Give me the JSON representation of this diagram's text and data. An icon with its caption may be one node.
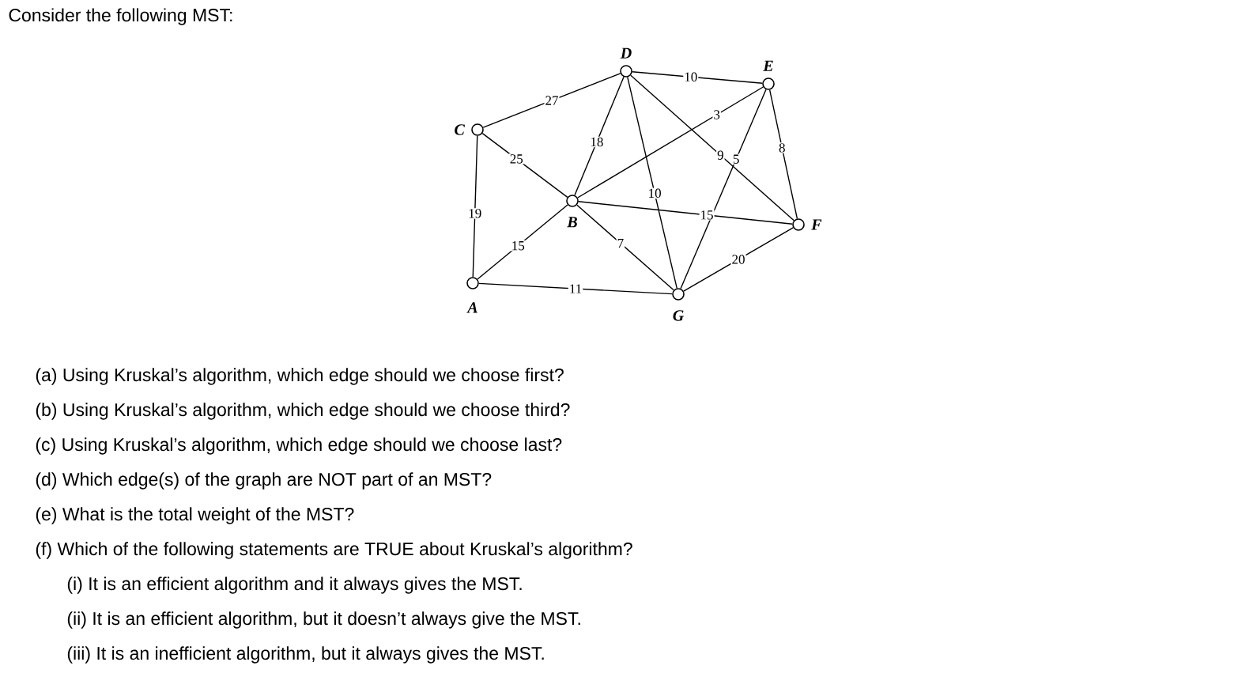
{
  "diagram": {
    "title": "Consider the following MST:",
    "nodes": [
      {
        "text": [
          "A"
        ]
      },
      {
        "text": [
          "B"
        ]
      },
      {
        "text": [
          "C"
        ]
      },
      {
        "text": [
          "D"
        ]
      },
      {
        "text": [
          "E"
        ]
      },
      {
        "text": [
          "F"
        ]
      },
      {
        "text": [
          "G"
        ]
      }
    ],
    "edges": [
      {
        "from": 2,
        "to": 3,
        "arrow": "none",
        "label": "27"
      },
      {
        "from": 3,
        "to": 4,
        "arrow": "none",
        "label": "10"
      },
      {
        "from": 2,
        "to": 1,
        "arrow": "none",
        "label": "25"
      },
      {
        "from": 2,
        "to": 0,
        "arrow": "none",
        "label": "19"
      },
      {
        "from": 3,
        "to": 1,
        "arrow": "none",
        "label": "18"
      },
      {
        "from": 3,
        "to": 6,
        "arrow": "none",
        "label": "10"
      },
      {
        "from": 3,
        "to": 5,
        "arrow": "none",
        "label": "9"
      },
      {
        "from": 1,
        "to": 4,
        "arrow": "none",
        "label": "3"
      },
      {
        "from": 4,
        "to": 6,
        "arrow": "none",
        "label": "5"
      },
      {
        "from": 4,
        "to": 5,
        "arrow": "none",
        "label": "8"
      },
      {
        "from": 1,
        "to": 5,
        "arrow": "none",
        "label": "15"
      },
      {
        "from": 1,
        "to": 0,
        "arrow": "none",
        "label": "15"
      },
      {
        "from": 1,
        "to": 6,
        "arrow": "none",
        "label": "7"
      },
      {
        "from": 0,
        "to": 6,
        "arrow": "none",
        "label": "11"
      },
      {
        "from": 6,
        "to": 5,
        "arrow": "none",
        "label": "20"
      }
    ],
    "labels": [
      "(a) Using Kruskal’s algorithm, which edge should we choose first?",
      "(b) Using Kruskal’s algorithm, which edge should we choose third?",
      "(c) Using Kruskal’s algorithm, which edge should we choose last?",
      "(d) Which edge(s) of the graph are NOT part of an MST?",
      "(e) What is the total weight of the MST?",
      "(f) Which of the following statements are TRUE about Kruskal’s algorithm?",
      "(i) It is an efficient algorithm and it always gives the MST.",
      "(ii) It is an efficient algorithm, but it doesn’t always give the MST.",
      "(iii) It is an inefficient algorithm, but it always gives the MST."
    ]
  }
}
